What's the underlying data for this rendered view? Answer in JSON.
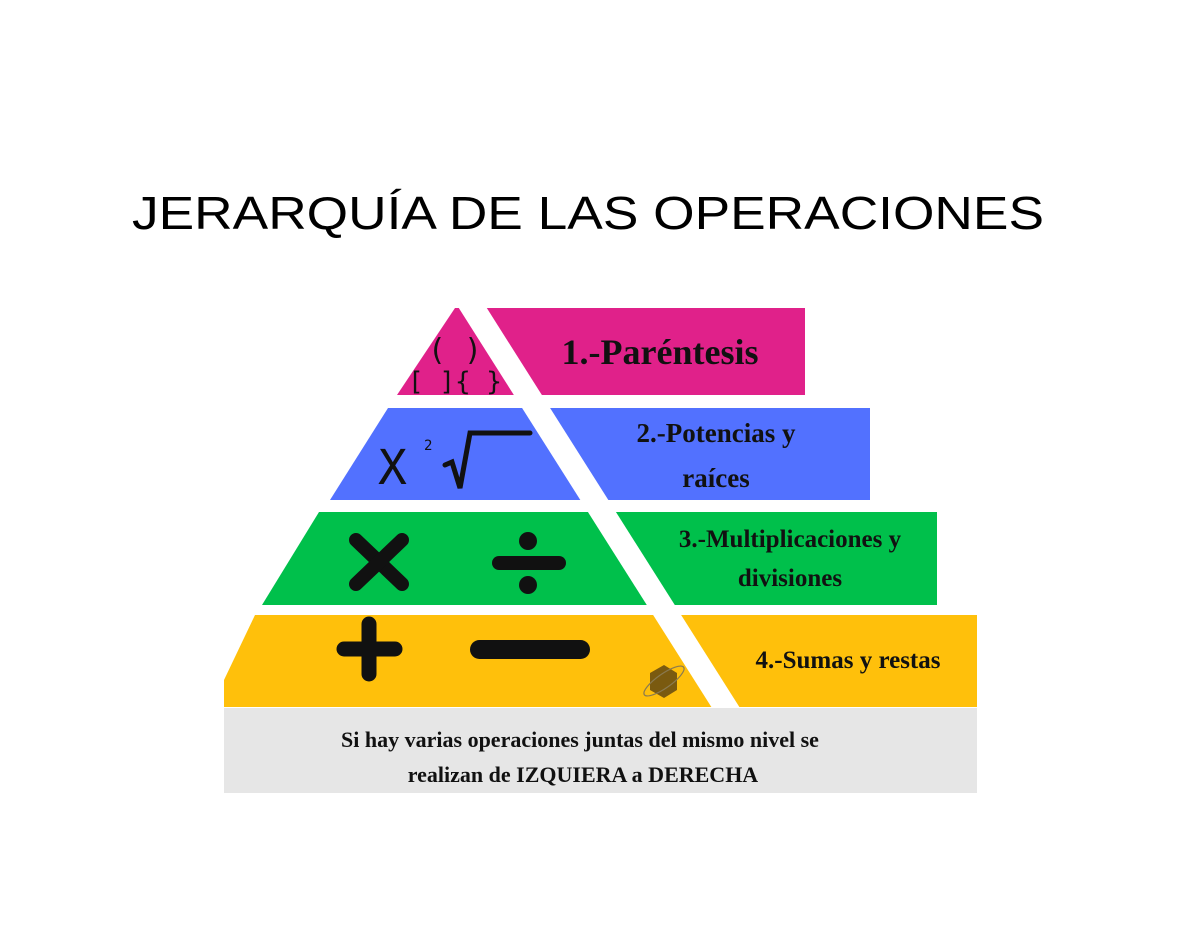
{
  "title": "JERARQUÍA DE LAS OPERACIONES",
  "colors": {
    "level1": "#e0218a",
    "level2": "#5271ff",
    "level3": "#00c04b",
    "level4": "#ffc00b",
    "note_bg": "#e6e6e6"
  },
  "levels": [
    {
      "label": "1.-Paréntesis",
      "symbols": [
        "( )",
        "[ ]{ }"
      ]
    },
    {
      "label_line1": "2.-Potencias y",
      "label_line2": "raíces",
      "symbols": [
        "X",
        "2",
        "√"
      ]
    },
    {
      "label_line1": "3.-Multiplicaciones y",
      "label_line2": "divisiones",
      "symbols": [
        "multiply-icon",
        "divide-icon"
      ]
    },
    {
      "label": "4.-Sumas y restas",
      "symbols": [
        "plus-icon",
        "minus-icon"
      ]
    }
  ],
  "note": {
    "line1": "Si hay varias operaciones juntas del mismo nivel se",
    "line2": "realizan de IZQUIERA a DERECHA"
  }
}
